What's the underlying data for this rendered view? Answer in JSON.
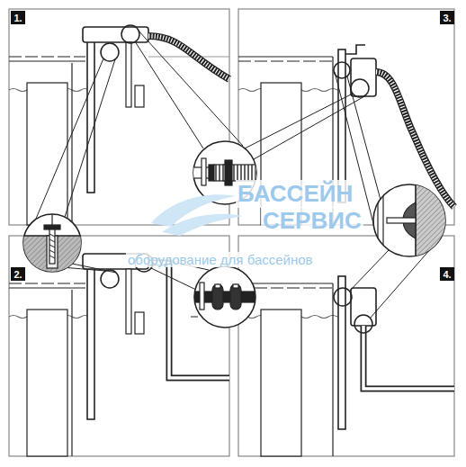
{
  "diagram": {
    "nodes": [
      {
        "text": [
          "1."
        ]
      },
      {
        "text": [
          "3."
        ]
      },
      {
        "text": [
          "2."
        ]
      },
      {
        "text": [
          "4."
        ]
      }
    ],
    "labels": [
      "БАССЕЙН",
      "СЕРВИС",
      "оборудование для бассейнов"
    ]
  }
}
